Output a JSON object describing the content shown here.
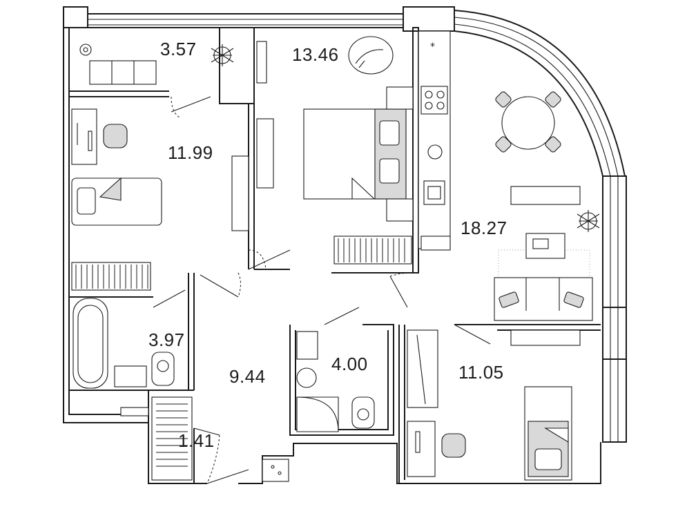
{
  "rooms": {
    "balcony": "3.57",
    "bedroom_master": "13.46",
    "bedroom_left": "11.99",
    "living_kitchen": "18.27",
    "bathroom": "3.97",
    "hallway": "9.44",
    "wc": "4.00",
    "bedroom_right": "11.05",
    "wardrobe": "1.41"
  },
  "colors": {
    "wall": "#1a1a1a",
    "fill": "#d9d9d9",
    "background": "#ffffff"
  }
}
